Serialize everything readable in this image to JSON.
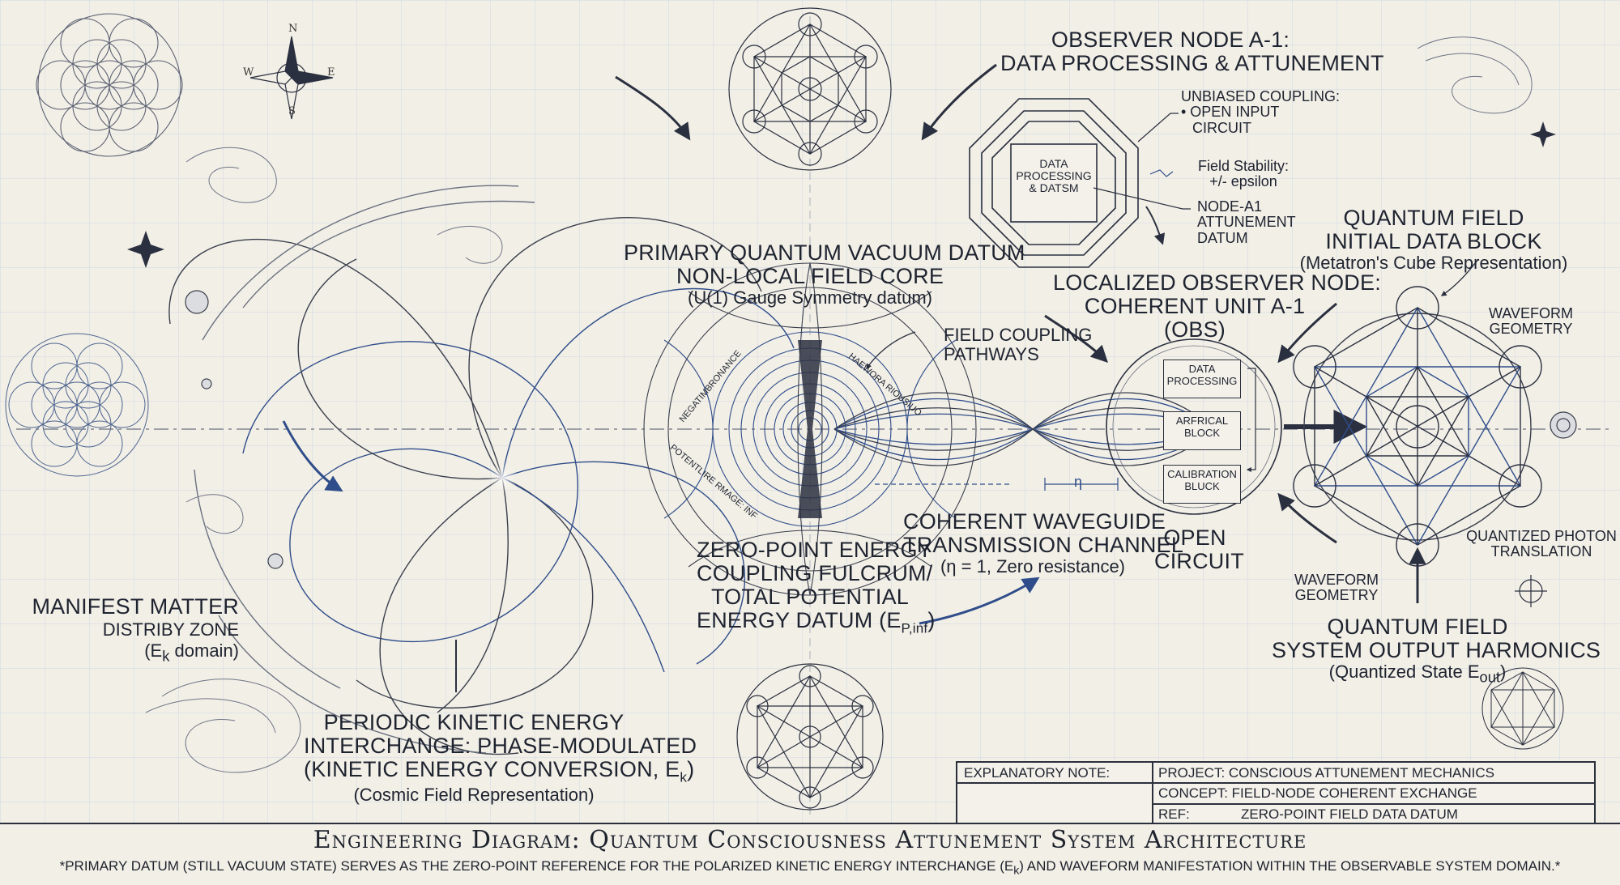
{
  "compass": {
    "n": "N",
    "s": "S",
    "e": "E",
    "w": "W"
  },
  "observer_node_top": {
    "title_line1": "OBSERVER NODE A-1:",
    "title_line2": "DATA PROCESSING & ATTUNEMENT",
    "octagon_label_line1": "DATA",
    "octagon_label_line2": "PROCESSING",
    "octagon_label_line3": "& DATSM",
    "coupling_line1": "UNBIASED COUPLING:",
    "coupling_line2": "• OPEN INPUT",
    "coupling_line3": "CIRCUIT",
    "stability_line1": "Field Stability:",
    "stability_line2": "+/- epsilon",
    "attunement_line1": "NODE-A1",
    "attunement_line2": "ATTUNEMENT",
    "attunement_line3": "DATUM"
  },
  "primary_datum": {
    "line1": "PRIMARY QUANTUM VACUUM DATUM",
    "line2": "NON-LOCAL FIELD CORE",
    "line3": "(U(1) Gauge Symmetry datum)"
  },
  "field_coupling": {
    "line1": "FIELD COUPLING",
    "line2": "PATHWAYS"
  },
  "localized_node": {
    "line1": "LOCALIZED OBSERVER NODE:",
    "line2": "COHERENT UNIT A-1",
    "line3": "(OBS)",
    "box1_line1": "DATA",
    "box1_line2": "PROCESSING",
    "box2_line1": "ARFRICAL",
    "box2_line2": "BLOCK",
    "box3_line1": "CALIBRATION",
    "box3_line2": "BLUCK"
  },
  "quantum_field_initial": {
    "line1": "QUANTUM FIELD",
    "line2": "INITIAL DATA BLOCK",
    "line3": "(Metatron's Cube Representation)"
  },
  "waveform_geometry_top": {
    "line1": "WAVEFORM",
    "line2": "GEOMETRY"
  },
  "waveform_geometry_bottom": {
    "line1": "WAVEFORM",
    "line2": "GEOMETRY"
  },
  "quantized_photon": {
    "line1": "QUANTIZED PHOTON",
    "line2": "TRANSLATION"
  },
  "output_harmonics": {
    "line1": "QUANTUM FIELD",
    "line2": "SYSTEM OUTPUT HARMONICS",
    "line3_prefix": "(Quantized State E",
    "line3_sub": "out",
    "line3_suffix": ")"
  },
  "waveguide": {
    "line1": "COHERENT WAVEGUIDE",
    "line2": "TRANSMISSION CHANNEL",
    "line3": "(η = 1, Zero resistance)",
    "eta_mark": "η"
  },
  "open_circuit": {
    "line1": "OPEN",
    "line2": "CIRCUIT"
  },
  "zero_point": {
    "line1": "ZERO-POINT ENERGY",
    "line2": "COUPLING FULCRUM/",
    "line3": "TOTAL POTENTIAL",
    "line4_prefix": "ENERGY DATUM (E",
    "line4_sub": "P,inf",
    "line4_suffix": ")"
  },
  "manifest_matter": {
    "line1": "MANIFEST MATTER",
    "line2": "DISTRIBY ZONE",
    "line3_prefix": "(E",
    "line3_sub": "k",
    "line3_suffix": " domain)"
  },
  "periodic_kinetic": {
    "line1": "PERIODIC KINETIC ENERGY",
    "line2": "INTERCHANGE: PHASE-MODULATED",
    "line3_prefix": "(KINETIC ENERGY CONVERSION, E",
    "line3_sub": "k",
    "line3_suffix": ")",
    "line4": "(Cosmic Field Representation)"
  },
  "core_ring_text": {
    "a": "HAEWORA RIOUSIUO",
    "b": "NEGATIMBRONANCE",
    "c": "POTENTLIRE RMAGE: INF"
  },
  "title_block": {
    "note_label": "EXPLANATORY NOTE:",
    "project": "PROJECT: CONSCIOUS ATTUNEMENT MECHANICS",
    "concept": "CONCEPT: FIELD-NODE COHERENT EXCHANGE",
    "ref_label": "REF:",
    "ref_value": "ZERO-POINT FIELD DATA DATUM"
  },
  "footer": {
    "title": "Engineering Diagram: Quantum Consciousness Attunement System Architecture",
    "note_prefix": "*PRIMARY DATUM (STILL VACUUM STATE) SERVES AS THE ZERO-POINT REFERENCE FOR THE POLARIZED KINETIC ENERGY INTERCHANGE (E",
    "note_sub": "k",
    "note_suffix": ") AND WAVEFORM MANIFESTATION WITHIN THE OBSERVABLE SYSTEM DOMAIN.*"
  },
  "colors": {
    "paper": "#f2efe6",
    "ink": "#1f2430",
    "blue_ink": "#2f4d8a",
    "grid": "#c9d3e3"
  }
}
